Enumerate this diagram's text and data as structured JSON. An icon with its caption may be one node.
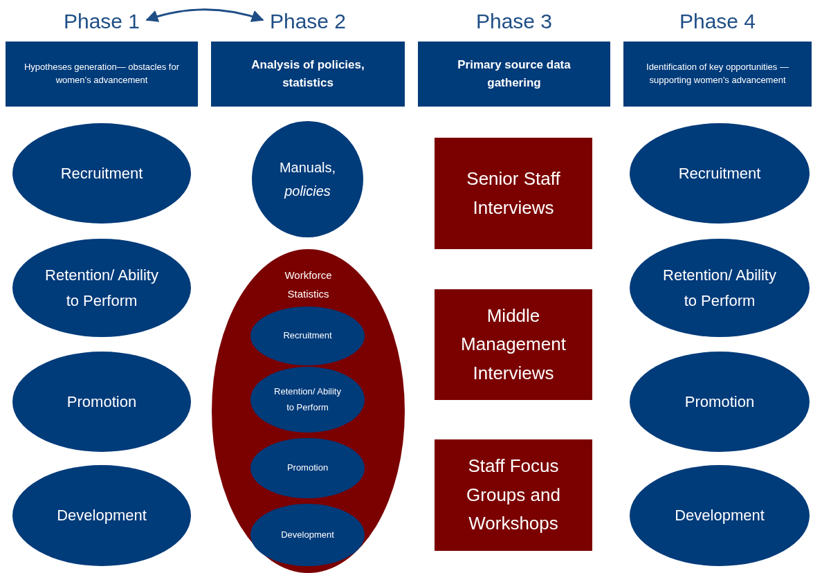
{
  "diagram": {
    "nodes": [
      {
        "text": [
          "Phase 1",
          "Hypotheses generation— obstacles for women’s advancement"
        ]
      },
      {
        "text": [
          "Recruitment"
        ]
      },
      {
        "text": [
          "Retention/ Ability to Perform"
        ]
      },
      {
        "text": [
          "Promotion"
        ]
      },
      {
        "text": [
          "Development"
        ]
      },
      {
        "text": [
          "Phase 2",
          "Analysis of policies, statistics"
        ]
      },
      {
        "text": [
          "Manuals, *policies*"
        ]
      },
      {
        "text": [
          "Workforce Statistics"
        ]
      },
      {
        "text": [
          "Recruitment"
        ],
        "in": 7
      },
      {
        "text": [
          "Retention/ Ability to Perform"
        ],
        "in": 7
      },
      {
        "text": [
          "Promotion"
        ],
        "in": 7
      },
      {
        "text": [
          "Development"
        ],
        "in": 7
      },
      {
        "text": [
          "Phase 3",
          "Primary source data gathering"
        ]
      },
      {
        "text": [
          "Senior Staff Interviews"
        ]
      },
      {
        "text": [
          "Middle Management Interviews"
        ]
      },
      {
        "text": [
          "Staff Focus Groups and Workshops"
        ]
      },
      {
        "text": [
          "Phase 4",
          "Identification of key opportunities — supporting women’s advancement"
        ]
      },
      {
        "text": [
          "Recruitment"
        ]
      },
      {
        "text": [
          "Retention/ Ability to Perform"
        ]
      },
      {
        "text": [
          "Promotion"
        ]
      },
      {
        "text": [
          "Development"
        ]
      }
    ],
    "edges": [
      {
        "from": 0,
        "to": 5,
        "arrow": "both"
      }
    ]
  }
}
